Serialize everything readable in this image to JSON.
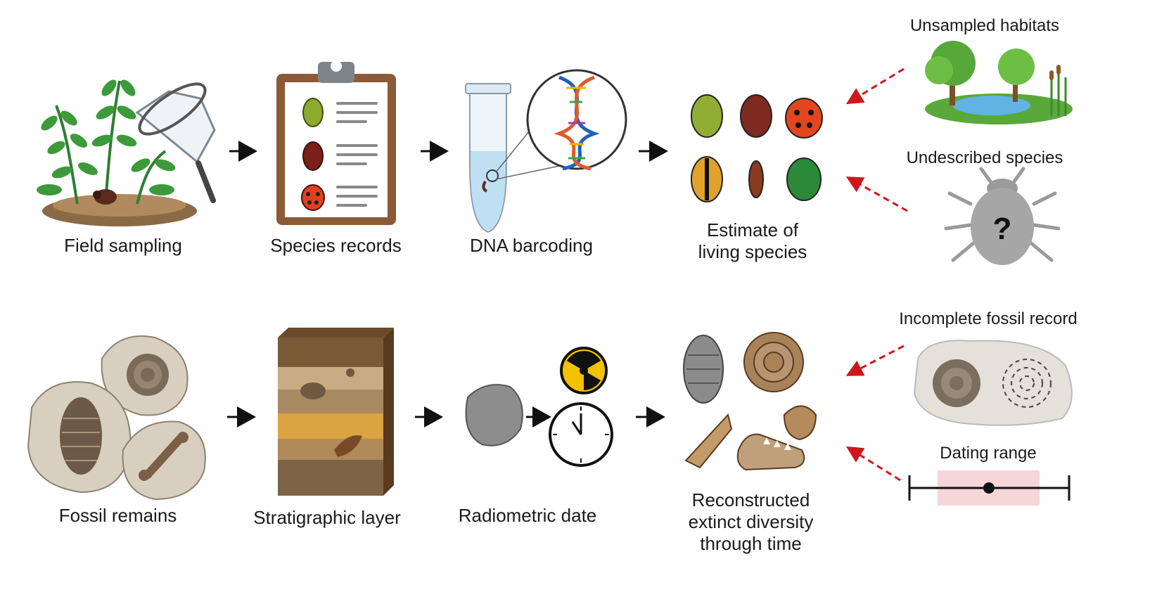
{
  "living_row": {
    "steps": [
      {
        "label": "Field sampling",
        "icon": "plant-net-icon"
      },
      {
        "label": "Species records",
        "icon": "clipboard-icon"
      },
      {
        "label": "DNA barcoding",
        "icon": "dna-tube-icon"
      }
    ],
    "result": {
      "line1": "Estimate of",
      "line2": "living species",
      "icon": "beetles-icon"
    },
    "biases": [
      {
        "label": "Unsampled habitats",
        "icon": "habitat-icon"
      },
      {
        "label": "Undescribed species",
        "icon": "unknown-beetle-icon",
        "glyph": "?"
      }
    ]
  },
  "fossil_row": {
    "steps": [
      {
        "label": "Fossil remains",
        "icon": "fossils-icon"
      },
      {
        "label": "Stratigraphic layer",
        "icon": "strata-icon"
      },
      {
        "label": "Radiometric date",
        "icon": "rock-clock-icon"
      }
    ],
    "result": {
      "line1": "Reconstructed",
      "line2": "extinct diversity",
      "line3": "through time",
      "icon": "extinct-fauna-icon"
    },
    "biases": [
      {
        "label": "Incomplete fossil record",
        "icon": "partial-fossil-icon"
      },
      {
        "label": "Dating range",
        "icon": "error-bar-icon"
      }
    ]
  },
  "colors": {
    "flow_arrow": "#111111",
    "bias_arrow": "#d0161b",
    "dating_band": "#f6d6d8",
    "radiation": "#f2c200"
  }
}
